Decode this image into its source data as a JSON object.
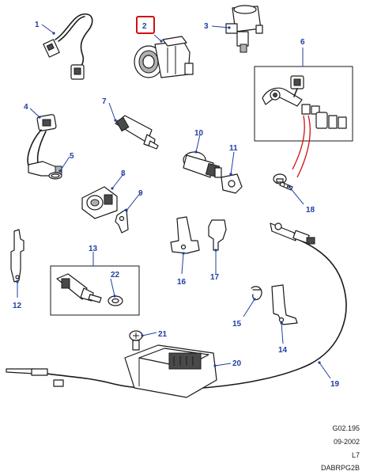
{
  "callouts": {
    "c1": "1",
    "c2": "2",
    "c3": "3",
    "c4": "4",
    "c5": "5",
    "c6": "6",
    "c7": "7",
    "c8": "8",
    "c9": "9",
    "c10": "10",
    "c11": "11",
    "c12": "12",
    "c13": "13",
    "c14": "14",
    "c15": "15",
    "c16": "16",
    "c17": "17",
    "c18": "18",
    "c19": "19",
    "c20": "20",
    "c21": "21",
    "c22": "22"
  },
  "highlighted_callout": "2",
  "colors": {
    "callout": "#1f3fa0",
    "highlight": "#d01010",
    "line": "#1a1a1a"
  },
  "footer": {
    "ref": "G02.195",
    "date": "09-2002",
    "code": "L7",
    "drawing_id": "DABRPG2B"
  }
}
